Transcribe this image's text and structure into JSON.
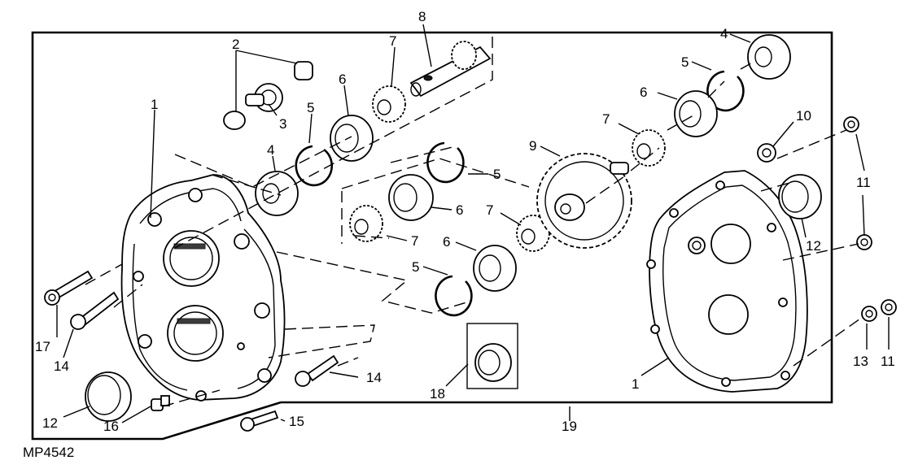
{
  "diagram": {
    "figure_code": "MP4542",
    "callouts": [
      {
        "id": "c1a",
        "text": "1"
      },
      {
        "id": "c1b",
        "text": "1"
      },
      {
        "id": "c2",
        "text": "2"
      },
      {
        "id": "c3",
        "text": "3"
      },
      {
        "id": "c4a",
        "text": "4"
      },
      {
        "id": "c4b",
        "text": "4"
      },
      {
        "id": "c5a",
        "text": "5"
      },
      {
        "id": "c5b",
        "text": "5"
      },
      {
        "id": "c5c",
        "text": "5"
      },
      {
        "id": "c5d",
        "text": "5"
      },
      {
        "id": "c6a",
        "text": "6"
      },
      {
        "id": "c6b",
        "text": "6"
      },
      {
        "id": "c6c",
        "text": "6"
      },
      {
        "id": "c6d",
        "text": "6"
      },
      {
        "id": "c7a",
        "text": "7"
      },
      {
        "id": "c7b",
        "text": "7"
      },
      {
        "id": "c7c",
        "text": "7"
      },
      {
        "id": "c7d",
        "text": "7"
      },
      {
        "id": "c8",
        "text": "8"
      },
      {
        "id": "c9",
        "text": "9"
      },
      {
        "id": "c10",
        "text": "10"
      },
      {
        "id": "c11a",
        "text": "11"
      },
      {
        "id": "c11b",
        "text": "11"
      },
      {
        "id": "c12a",
        "text": "12"
      },
      {
        "id": "c12b",
        "text": "12"
      },
      {
        "id": "c13",
        "text": "13"
      },
      {
        "id": "c14a",
        "text": "14"
      },
      {
        "id": "c14b",
        "text": "14"
      },
      {
        "id": "c15",
        "text": "15"
      },
      {
        "id": "c16",
        "text": "16"
      },
      {
        "id": "c17",
        "text": "17"
      },
      {
        "id": "c18",
        "text": "18"
      },
      {
        "id": "c19",
        "text": "19"
      }
    ]
  }
}
